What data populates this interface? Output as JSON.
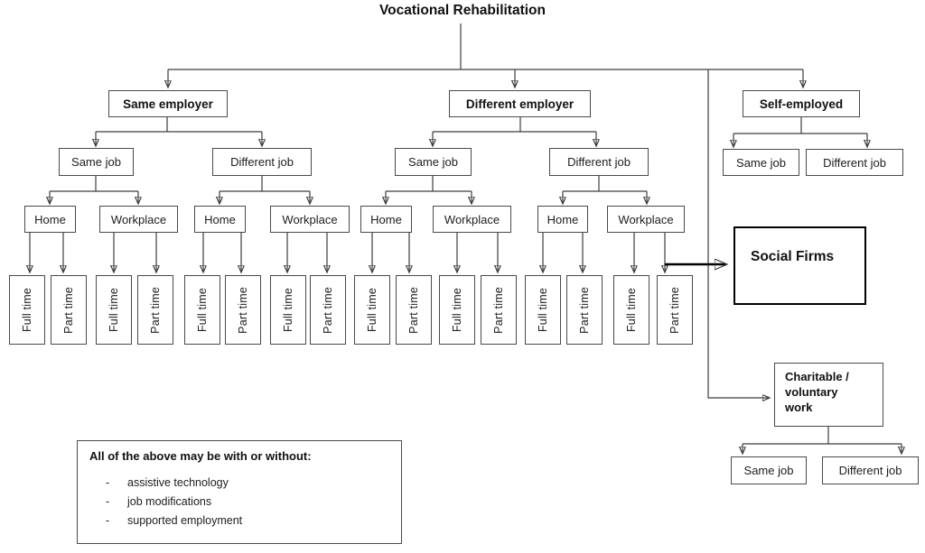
{
  "title": "Vocational Rehabilitation",
  "tree": {
    "same_employer": {
      "label": "Same employer",
      "same_job": {
        "label": "Same job",
        "home": {
          "label": "Home",
          "full_time": "Full time",
          "part_time": "Part time"
        },
        "workplace": {
          "label": "Workplace",
          "full_time": "Full time",
          "part_time": "Part time"
        }
      },
      "different_job": {
        "label": "Different job",
        "home": {
          "label": "Home",
          "full_time": "Full time",
          "part_time": "Part time"
        },
        "workplace": {
          "label": "Workplace",
          "full_time": "Full time",
          "part_time": "Part time"
        }
      }
    },
    "different_employer": {
      "label": "Different employer",
      "same_job": {
        "label": "Same job",
        "home": {
          "label": "Home",
          "full_time": "Full time",
          "part_time": "Part time"
        },
        "workplace": {
          "label": "Workplace",
          "full_time": "Full time",
          "part_time": "Part time"
        }
      },
      "different_job": {
        "label": "Different job",
        "home": {
          "label": "Home",
          "full_time": "Full time",
          "part_time": "Part time"
        },
        "workplace": {
          "label": "Workplace",
          "full_time": "Full time",
          "part_time": "Part time"
        }
      }
    },
    "self_employed": {
      "label": "Self-employed",
      "same_job": {
        "label": "Same job"
      },
      "different_job": {
        "label": "Different job"
      }
    }
  },
  "social_firms": {
    "label": "Social Firms"
  },
  "charitable": {
    "label": "Charitable / voluntary work",
    "same_job": {
      "label": "Same job"
    },
    "different_job": {
      "label": "Different job"
    }
  },
  "note": {
    "heading": "All of the above may be with or without:",
    "bullet": "-",
    "items": [
      "assistive technology",
      "job modifications",
      "supported employment"
    ]
  }
}
